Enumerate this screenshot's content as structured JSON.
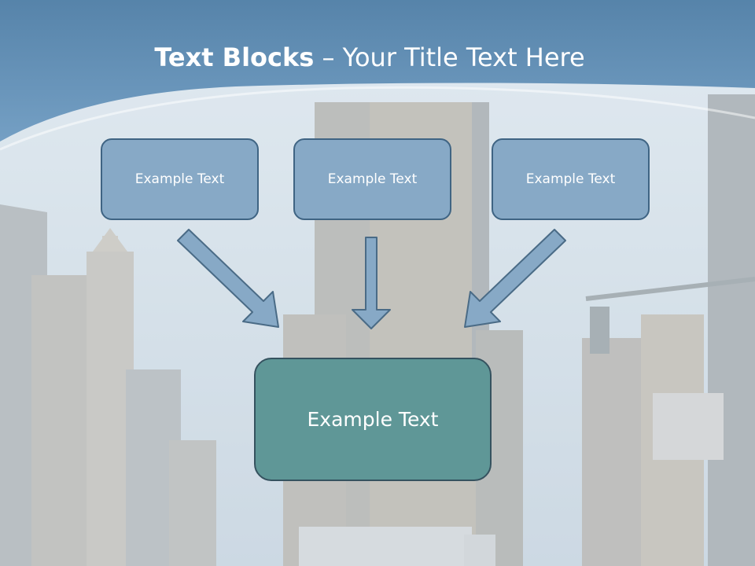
{
  "slide": {
    "title_bold": "Text Blocks",
    "title_rest": " – Your Title Text Here",
    "top_boxes": [
      "Example Text",
      "Example Text",
      "Example Text"
    ],
    "center_box": "Example Text"
  },
  "colors": {
    "header_band": "#5f8db4",
    "top_box_fill": "#87a9c6",
    "top_box_border": "#3f6483",
    "center_box_fill": "#5f9797",
    "arrow": "#87a9c6"
  }
}
